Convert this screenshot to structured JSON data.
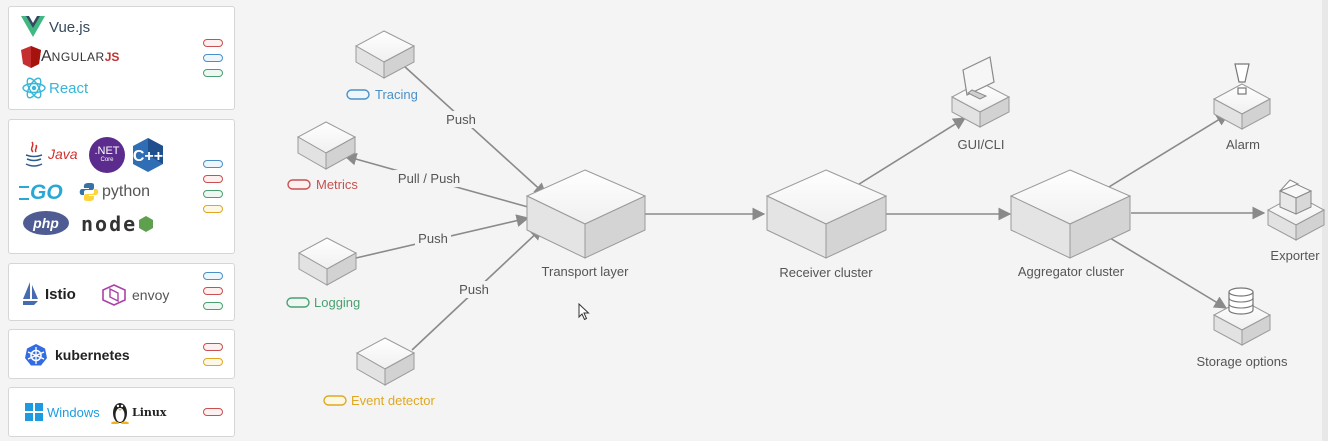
{
  "colors": {
    "tracing": "#4a90c8",
    "metrics": "#c85050",
    "logging": "#4aa070",
    "event": "#e0a820",
    "vue": "#41b883",
    "angular": "#c3302f",
    "react": "#36b6d8",
    "java": "#d0312d",
    "dotnet": "#5b2c8e",
    "cpp": "#2f6eb5",
    "go": "#29a8d6",
    "python": "#3572a5",
    "php": "#4f5b93",
    "node": "#333333",
    "istio": "#466bb0",
    "envoy": "#ac3fa8",
    "kubernetes": "#326ce5",
    "windows": "#1e9be0"
  },
  "sidebar": {
    "frontend": {
      "vue": "Vue.js",
      "angular_a": "A",
      "angular_rest": "NGULAR",
      "angular_js": "JS",
      "react": "React",
      "pills": [
        "metrics",
        "tracing",
        "logging"
      ]
    },
    "languages": {
      "java": "Java",
      "dotnet_top": ".NET",
      "dotnet_bottom": "Core",
      "cpp": "C++",
      "go": "GO",
      "python": "python",
      "php": "php",
      "node": "node",
      "pills": [
        "tracing",
        "metrics",
        "logging",
        "event"
      ]
    },
    "mesh": {
      "istio": "Istio",
      "envoy": "envoy",
      "pills": [
        "tracing",
        "metrics",
        "logging"
      ]
    },
    "k8s": {
      "kubernetes": "kubernetes",
      "pills": [
        "metrics",
        "event"
      ]
    },
    "os": {
      "windows": "Windows",
      "linux": "Linux",
      "pills": [
        "metrics"
      ]
    }
  },
  "diagram": {
    "nodes": {
      "tracing": "Tracing",
      "metrics": "Metrics",
      "logging": "Logging",
      "event": "Event detector",
      "transport": "Transport layer",
      "receiver": "Receiver cluster",
      "aggregator": "Aggregator cluster",
      "gui": "GUI/CLI",
      "alarm": "Alarm",
      "exporter": "Exporter",
      "storage": "Storage options"
    },
    "edges": {
      "push_tracing": "Push",
      "pull_push": "Pull / Push",
      "push_logging": "Push",
      "push_event": "Push"
    }
  }
}
